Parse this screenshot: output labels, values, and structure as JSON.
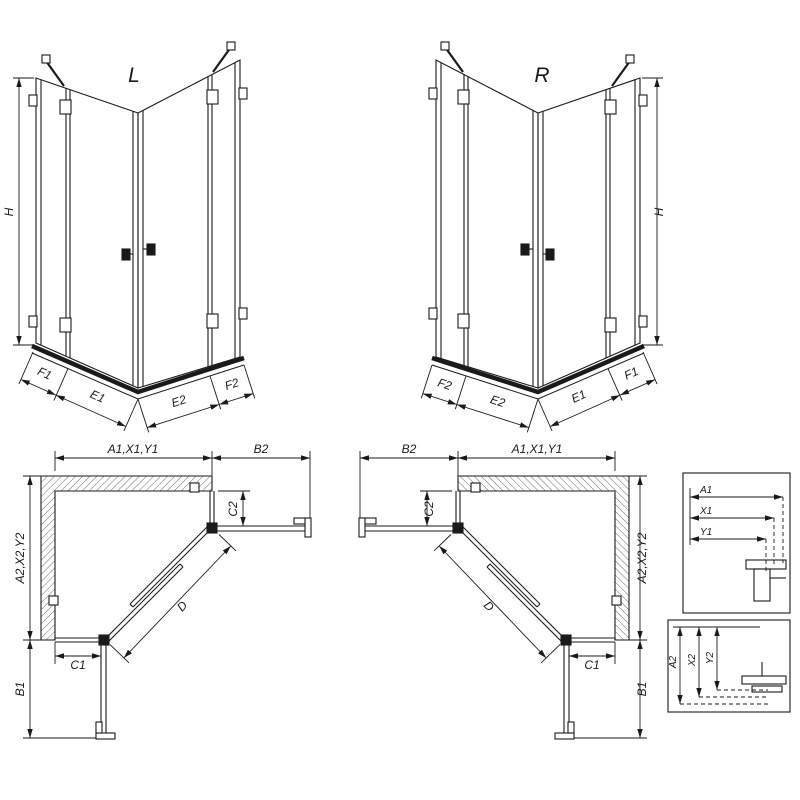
{
  "drawing": {
    "background": "#ffffff",
    "line_color": "#1a1a1a",
    "elevations": {
      "left": {
        "variant_label": "L",
        "height_label": "H",
        "bottom_left_segments": [
          "F1",
          "E1"
        ],
        "bottom_right_segments": [
          "E2",
          "F2"
        ]
      },
      "right": {
        "variant_label": "R",
        "height_label": "H",
        "bottom_left_segments": [
          "F2",
          "E2"
        ],
        "bottom_right_segments": [
          "E1",
          "F1"
        ]
      }
    },
    "plans": {
      "left": {
        "top_width": "A1,X1,Y1",
        "top_extension": "B2",
        "side_depth": "A2,X2,Y2",
        "side_extension": "B1",
        "offset_top": "C2",
        "offset_bottom": "C1",
        "door_diagonal": "D"
      },
      "right": {
        "top_width": "A1,X1,Y1",
        "top_extension": "B2",
        "side_depth": "A2,X2,Y2",
        "side_extension": "B1",
        "offset_top": "C2",
        "offset_bottom": "C1",
        "door_diagonal": "D"
      }
    },
    "details": {
      "horizontal_profile_dims": [
        "A1",
        "X1",
        "Y1"
      ],
      "vertical_profile_dims": [
        "A2",
        "X2",
        "Y2"
      ]
    }
  }
}
